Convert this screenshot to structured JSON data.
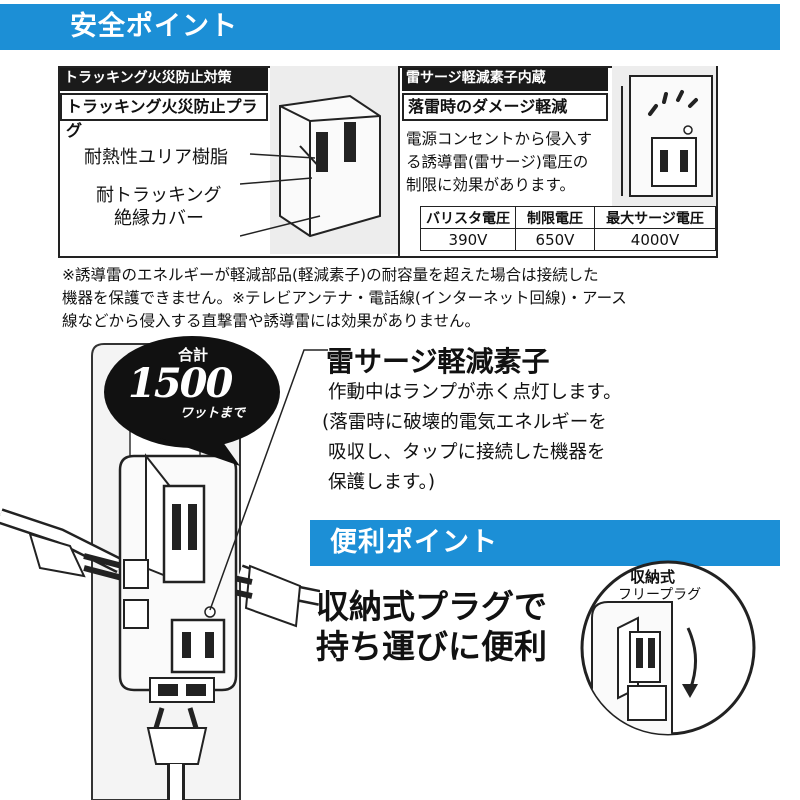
{
  "safety": {
    "banner": "安全ポイント",
    "tracking": {
      "title": "トラッキング火災防止対策",
      "subtitle": "トラッキング火災防止プラグ",
      "label_material": "耐熱性ユリア樹脂",
      "label_cover_line1": "耐トラッキング",
      "label_cover_line2": "絶縁カバー"
    },
    "surge": {
      "title": "雷サージ軽減素子内蔵",
      "subtitle": "落雷時のダメージ軽減",
      "desc_lines": [
        "電源コンセントから侵入す",
        "る誘導雷(雷サージ)電圧の",
        "制限に効果があります。"
      ],
      "table_headers": [
        "バリスタ電圧",
        "制限電圧",
        "最大サージ電圧"
      ],
      "table_values": [
        "390V",
        "650V",
        "4000V"
      ]
    },
    "note_lines": [
      "※誘導雷のエネルギーが軽減部品(軽減素子)の耐容量を超えた場合は接続した",
      "機器を保護できません。※テレビアンテナ・電話線(インターネット回線)・アース",
      "線などから侵入する直撃雷や誘導雷には効果がありません。"
    ]
  },
  "badge": {
    "top": "合計",
    "number": "1500",
    "bottom": "ワットまで"
  },
  "feature": {
    "title": "雷サージ軽減素子",
    "lines": [
      "作動中はランプが赤く点灯します。",
      "(落雷時に破壊的電気エネルギーを",
      "吸収し、タップに接続した機器を",
      "保護します。)"
    ]
  },
  "convenience": {
    "banner": "便利ポイント",
    "headline_line1": "収納式プラグで",
    "headline_line2": "持ち運びに便利",
    "inset_label_line1": "収納式",
    "inset_label_line2": "フリープラグ"
  },
  "colors": {
    "banner_blue": "#1c8fd6",
    "black": "#1a1a1a"
  }
}
